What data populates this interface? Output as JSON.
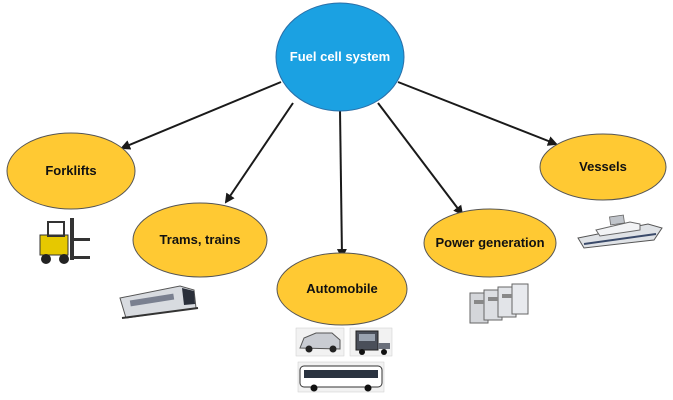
{
  "center": {
    "label": "Fuel cell system",
    "fill": "#1ba1e2"
  },
  "node_fill": "#ffc933",
  "node_stroke": "#444444",
  "arrow_color": "#1a1a1a",
  "nodes": [
    {
      "id": "forklifts",
      "label": "Forklifts",
      "icon": "forklift-icon"
    },
    {
      "id": "trams",
      "label": "Trams, trains",
      "icon": "tram-icon"
    },
    {
      "id": "automobile",
      "label": "Automobile",
      "icon": "car-truck-bus-icons"
    },
    {
      "id": "power",
      "label": "Power generation",
      "icon": "generator-units-icon"
    },
    {
      "id": "vessels",
      "label": "Vessels",
      "icon": "ship-icon"
    }
  ]
}
